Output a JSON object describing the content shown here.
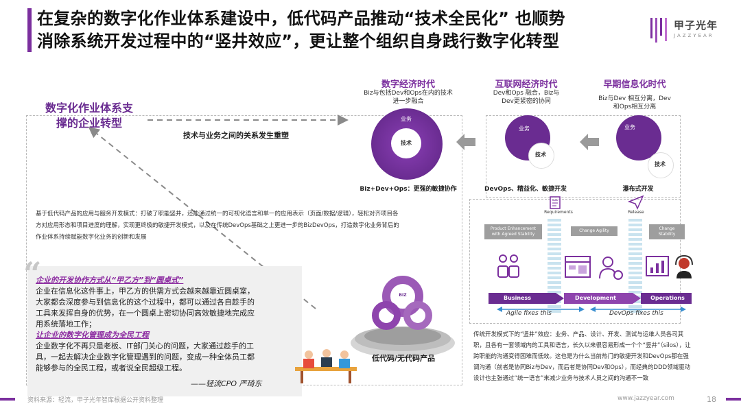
{
  "header": {
    "title_line1": "在复杂的数字化作业体系建设中，低代码产品推动“技术全民化” 也顺势",
    "title_line2": "消除系统开发过程中的“竖井效应”，更让整个组织自身践行数字化转型",
    "logo_cn": "甲子光年",
    "logo_en": "JAZZYEAR"
  },
  "left_heading": "数字化作业体系支撑的企业转型",
  "relation_label": "技术与业务之间的关系发生重塑",
  "eras": {
    "digital": {
      "title": "数字经济时代",
      "desc": "Biz与包括Dev和Ops在内的技术进一步融合",
      "biz": "业务",
      "tech": "技术",
      "caption": "Biz+Dev+Ops：更强的敏捷协作"
    },
    "internet": {
      "title": "互联网经济时代",
      "desc": "Dev和Ops 融合，Biz与Dev更紧密的协同",
      "biz": "业务",
      "tech": "技术",
      "caption": "DevOps、精益化、敏捷开发"
    },
    "early": {
      "title": "早期信息化时代",
      "desc": "Biz与Dev 相互分离，Dev和Ops相互分离",
      "biz": "业务",
      "tech": "技术",
      "caption": "瀑布式开发"
    }
  },
  "bizdevops_text": "基于低代码产品的应用与服务开发模式：打破了职能竖井，还能通过统一的可视化语言和单一的应用表示（页面/数据/逻辑），轻松对齐项目各方对应用形态和项目进度的理解，实现更终极的敏捷开发模式，以及在传统DevOps基础之上更进一步的BizDevOps，打造数字化业务背后的作业体系持续赋能数字化业务的创新和发展",
  "flow": {
    "requirements": "Requirements",
    "release": "Release",
    "box1": "Product Enhancement with Agreed Stability",
    "box2": "Change Agility",
    "box3": "Change Stability",
    "business": "Business",
    "development": "Development",
    "operations": "Operations",
    "agile": "Agile fixes this",
    "devops": "DevOps fixes this"
  },
  "silo_text": "传统开发模式下的“竖井”效应：业务、产品、设计、开发、测试与运维人员各司其职，且各有一套领域内的工具和语言，长久以来很容易形成一个个“竖井”（silos），让跨职能的沟通变得困难而低效。这也是为什么当前热门的敏捷开发和DevOps都在强调沟通（前者是协同Biz与Dev，而后者是协同Dev和Ops），而经典的DDD领域驱动设计也主张通过“统一语言”来减少业务与技术人员之间的沟通不一致",
  "quote": {
    "title1": "企业的开发协作方式从“甲乙方”到“圆桌式”",
    "body1": [
      "企业在信息化这件事上，甲乙方的供需方式会越来越靠近圆桌室，",
      "大家都会深度参与到信息化的这个过程中，都可以通过各自趁手的",
      "工具来发挥自身的优势，在一个圆桌上密切协同高效敏捷地完成应",
      "用系统落地工作；"
    ],
    "title2": "让企业的数字化管理成为全民工程",
    "body2": [
      "企业数字化不再只是老板、IT部门关心的问题，大家通过趁手的工",
      "具，一起去解决企业数字化管理遇到的问题，变成一种全体员工都",
      "能够参与的全民工程，或者说全民超级工程。"
    ],
    "author": "——轻流CPO 严琦东"
  },
  "lowcode_label": "低代码/无代码产品",
  "biz_tag": "BIZ",
  "footer": {
    "source": "资料来源：轻流，甲子光年智库根据公开资料整理",
    "url": "www.jazzyear.com",
    "page": "18"
  }
}
